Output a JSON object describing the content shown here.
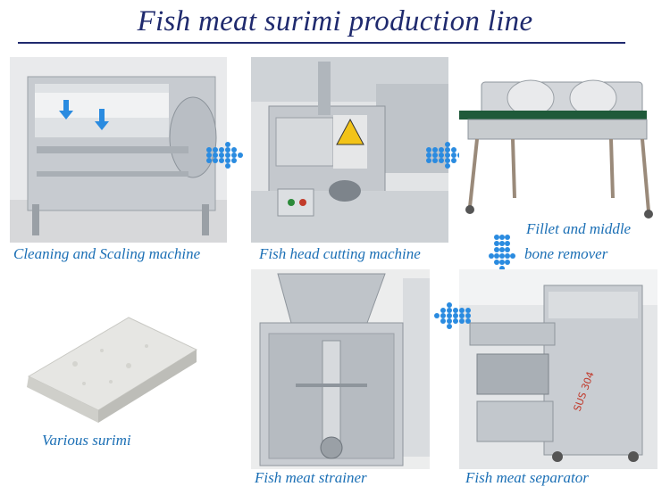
{
  "page": {
    "title": "Fish meat surimi production line"
  },
  "steps": [
    {
      "caption": "Cleaning and Scaling machine"
    },
    {
      "caption": "Fish head cutting machine"
    },
    {
      "caption_line1": "Fillet and middle",
      "caption_line2": "bone remover"
    },
    {
      "caption": "Fish meat separator"
    },
    {
      "caption": "Fish meat strainer"
    },
    {
      "caption": "Various surimi"
    }
  ],
  "colors": {
    "title": "#1f2a6e",
    "caption": "#1b6fb5",
    "arrow_dots": "#2a8be0",
    "steel": "#c9cdd2"
  },
  "icons": {
    "flow_arrow": "dotted-arrow-icon"
  }
}
